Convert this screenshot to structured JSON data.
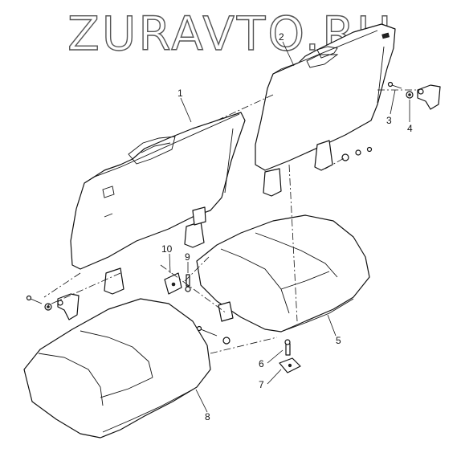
{
  "watermark": "ZURAVTO.RU",
  "callouts": {
    "c1": "1",
    "c2": "2",
    "c3": "3",
    "c4": "4",
    "c5": "5",
    "c6": "6",
    "c7": "7",
    "c8": "8",
    "c9": "9",
    "c10": "10"
  },
  "colors": {
    "line": "#111111",
    "background": "#ffffff",
    "watermark_stroke": "#555555"
  }
}
